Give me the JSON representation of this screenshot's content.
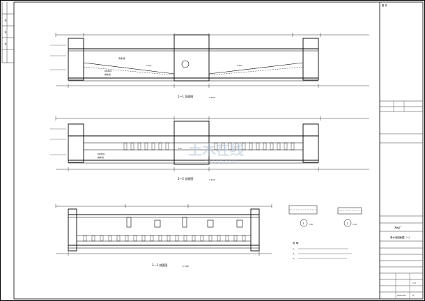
{
  "sheet": {
    "corner_label": "图 号",
    "left_strip": [
      "会",
      "签",
      "栏"
    ],
    "sections": [
      {
        "id": "1-1",
        "caption": "1—1 剖面图",
        "scale": "1:100",
        "labels": [
          "清水池",
          "1.5%",
          "1.5%",
          "DN300",
          "排水管"
        ]
      },
      {
        "id": "2-2",
        "caption": "2—2 剖面图",
        "scale": "1:100",
        "labels": [
          "L-2",
          "DN300",
          "排水管"
        ]
      },
      {
        "id": "3-3",
        "caption": "3—3 剖面图",
        "scale": "1:100",
        "labels": []
      }
    ],
    "details": [
      {
        "id": "1",
        "scale": "1:20"
      },
      {
        "id": "2",
        "scale": "1:20"
      }
    ],
    "notes": {
      "title": "说 明",
      "lines": [
        "1、",
        "2、",
        "3、"
      ]
    },
    "title_block": {
      "project": "净水厂",
      "drawing_title": "清水池剖面图（一）",
      "drawing_no": "1-2",
      "year": "2013.05",
      "version": "A"
    },
    "watermark": "土木在线",
    "watermark_url": "CO188.COM"
  }
}
